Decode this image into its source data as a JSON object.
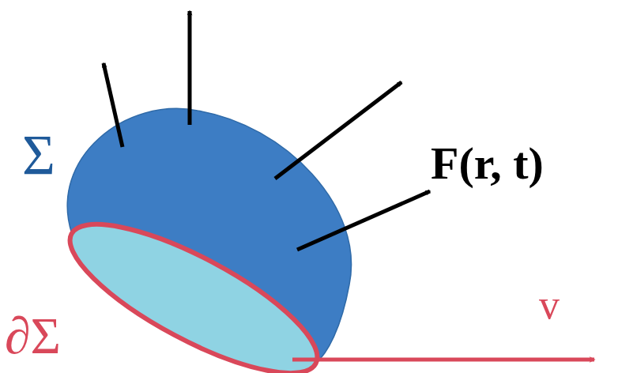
{
  "diagram": {
    "labels": [
      "Σ",
      "F(r, t)",
      "∂Σ",
      "v"
    ]
  }
}
